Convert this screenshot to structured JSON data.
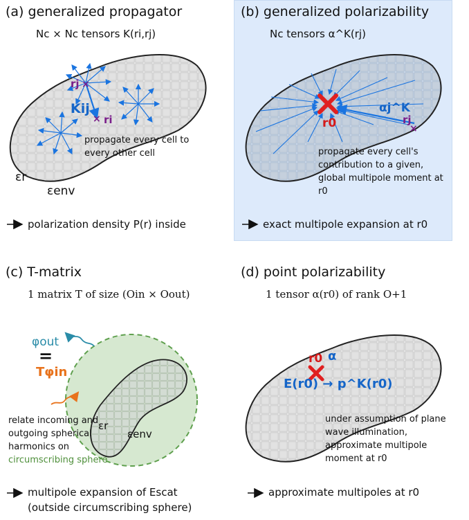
{
  "panel_a": {
    "title": "(a) generalized propagator",
    "subtitle": "Nc × Nc tensors K(ri,rj)",
    "label_rj": "rj",
    "label_ri": "ri",
    "label_Kij": "Kij",
    "note": "propagate every cell to every other cell",
    "eps_r": "εr",
    "eps_env": "εenv",
    "result": "polarization density P(r) inside"
  },
  "panel_b": {
    "title": "(b) generalized polarizability",
    "subtitle": "Nc tensors α^K(rj)",
    "label_r0": "r0",
    "label_rj": "rj",
    "label_alpha": "αj^K",
    "note": "propagate every cell's contribution to a given, global multipole moment at r0",
    "result": "exact multipole expansion at r0",
    "background": "#ddeafb"
  },
  "panel_c": {
    "title": "(c) T-matrix",
    "subtitle": "1 matrix T of size (Oin × Oout)",
    "phi_out": "φout",
    "equals": "=",
    "T_phi_in": "Tφin",
    "eps_r": "εr",
    "eps_env": "εenv",
    "note": "relate incoming and outgoing spherical harmonics on",
    "note_green": "circumscribing sphere",
    "result_line1": "multipole expansion of Escat",
    "result_line2": "(outside circumscribing sphere)"
  },
  "panel_d": {
    "title": "(d) point polarizability",
    "subtitle": "1 tensor α(r0) of rank O+1",
    "label_r0": "r0",
    "label_alpha": "α",
    "formula": "E(r0) → p^K(r0)",
    "note": "under assumption of plane wave illumination, approximate multipole moment at r0",
    "result": "approximate multipoles at r0"
  }
}
